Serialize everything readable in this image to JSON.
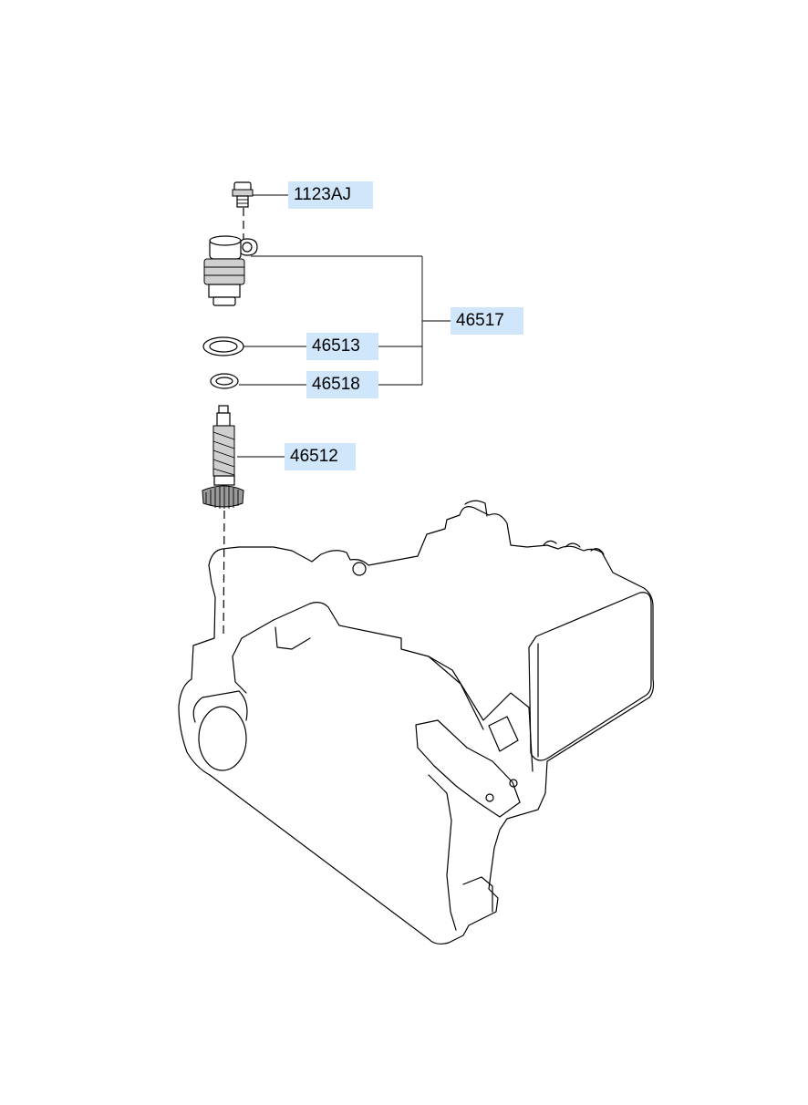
{
  "callouts": {
    "bolt": "1123AJ",
    "sensor_assembly": "46517",
    "large_oring": "46513",
    "small_oring": "46518",
    "driven_gear": "46512"
  },
  "colors": {
    "label_bg": "#cfe6fb",
    "line": "#000000",
    "background": "#ffffff"
  }
}
